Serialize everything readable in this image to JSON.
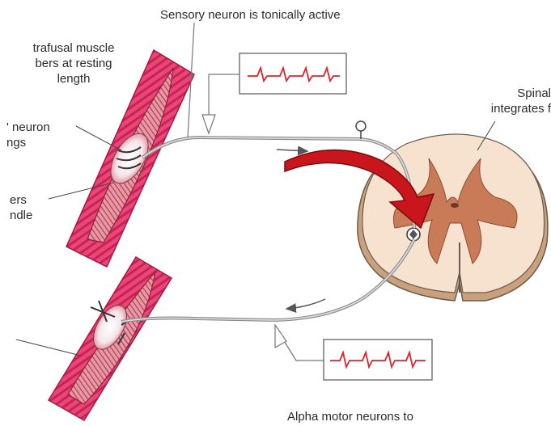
{
  "labels": {
    "sensory_title": "Sensory neuron is tonically active",
    "intrafusal_line1": "trafusal muscle",
    "intrafusal_line2": "bers at resting",
    "intrafusal_line3": "length",
    "neuron_endings_line1": "' neuron",
    "neuron_endings_line2": "ngs",
    "fibers_line1": "ers",
    "fibers_line2": "ndle",
    "spinal_line1": "Spinal",
    "spinal_line2": "integrates f",
    "alpha_motor": "Alpha motor neurons to"
  },
  "colors": {
    "muscle": "#e23a6b",
    "muscle_stripe": "#b81d4b",
    "spindle": "#c8415d",
    "cord_white": "#f7e1cf",
    "cord_gray": "#c97a56",
    "signal_trace": "#e2222b",
    "big_arrow": "#c8161c",
    "nerve": "#8a8a8a"
  },
  "icons": {
    "sensory_signal": "action-potential-trace-icon",
    "motor_signal": "action-potential-trace-icon",
    "integration_arrow": "curved-arrow-icon"
  }
}
